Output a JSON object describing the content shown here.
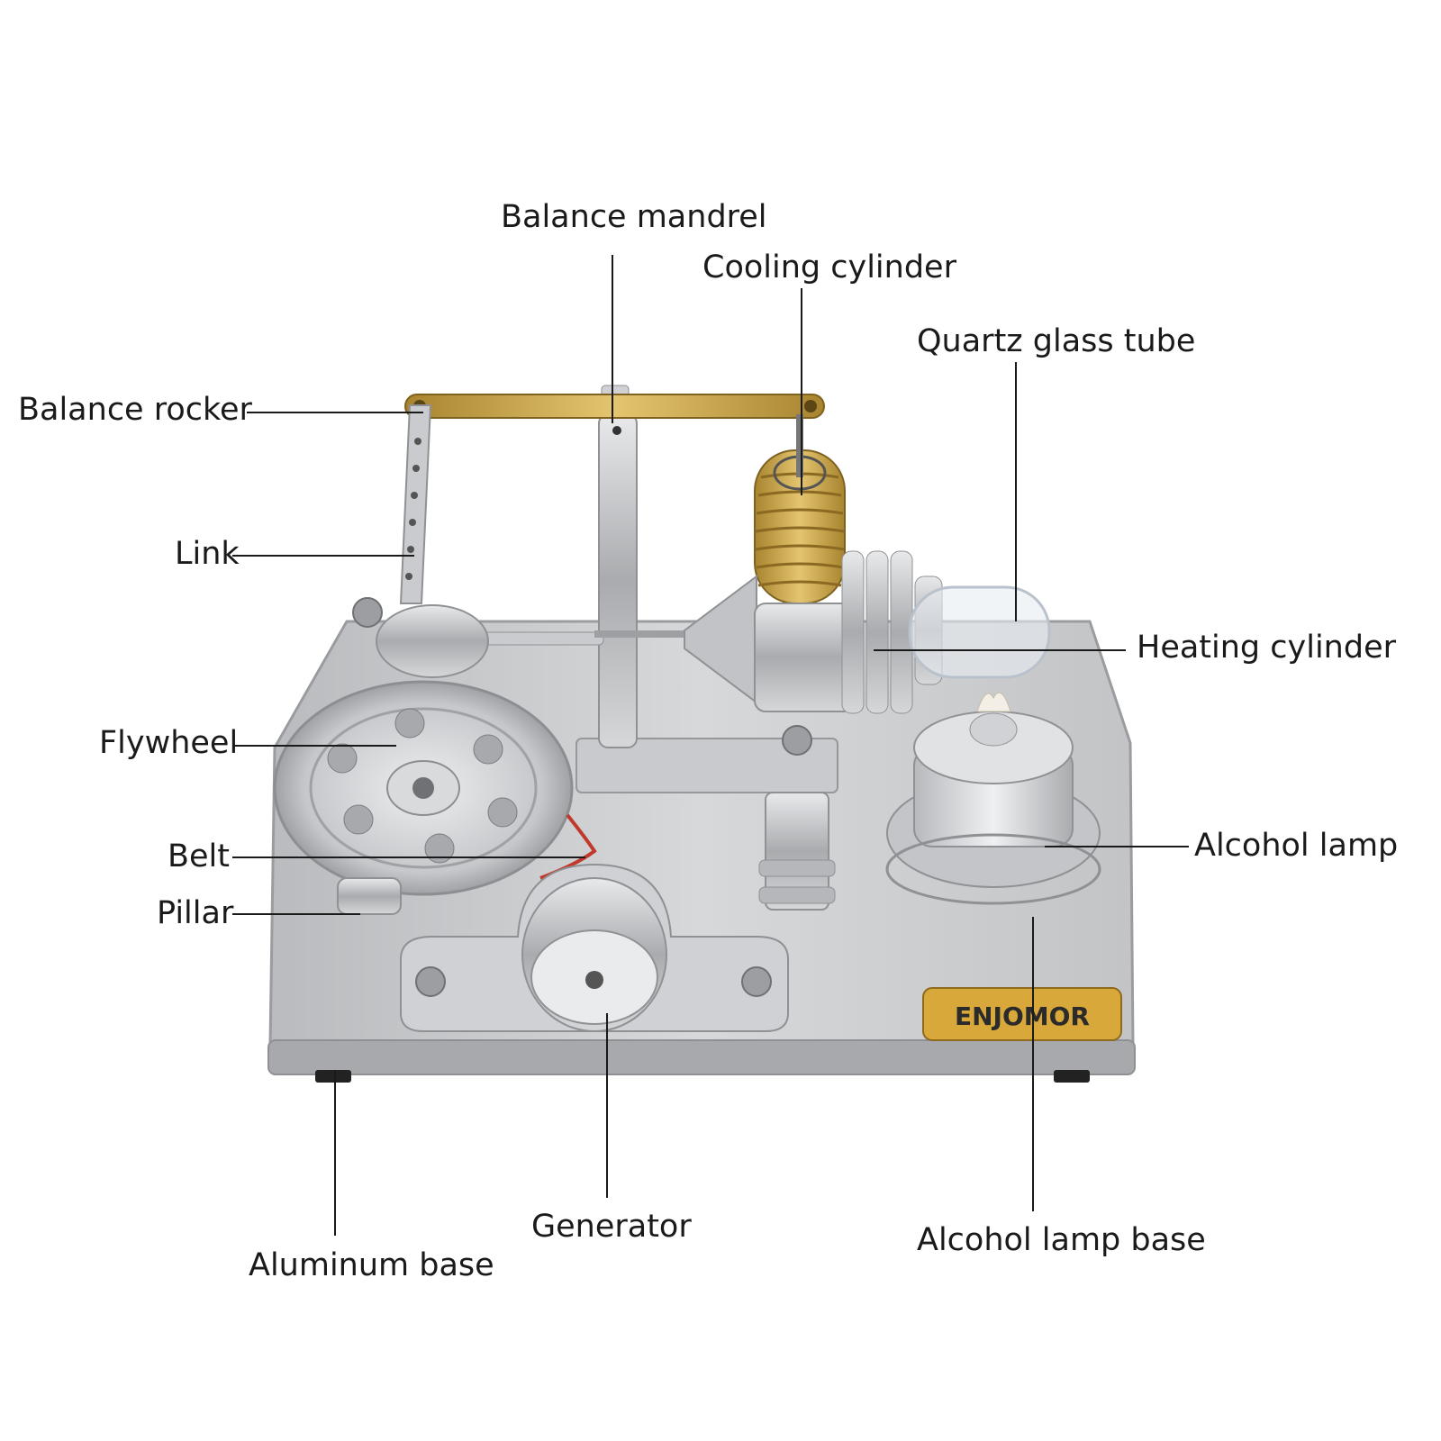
{
  "labels": {
    "balance_mandrel": "Balance mandrel",
    "cooling_cylinder": "Cooling cylinder",
    "quartz_glass_tube": "Quartz glass tube",
    "balance_rocker": "Balance rocker",
    "link": "Link",
    "heating_cylinder": "Heating cylinder",
    "flywheel": "Flywheel",
    "belt": "Belt",
    "pillar": "Pillar",
    "alcohol_lamp": "Alcohol lamp",
    "generator": "Generator",
    "aluminum_base": "Aluminum base",
    "alcohol_lamp_base": "Alcohol lamp base"
  },
  "brand": {
    "logo_text": "ENJOMOR"
  },
  "colors": {
    "text": "#1a1a1a",
    "leader_line": "#1a1a1a",
    "metal": "#c9cbcf",
    "brass": "#c9a24a",
    "brand_plate": "#d9a83a",
    "wire": "#c0392b"
  }
}
